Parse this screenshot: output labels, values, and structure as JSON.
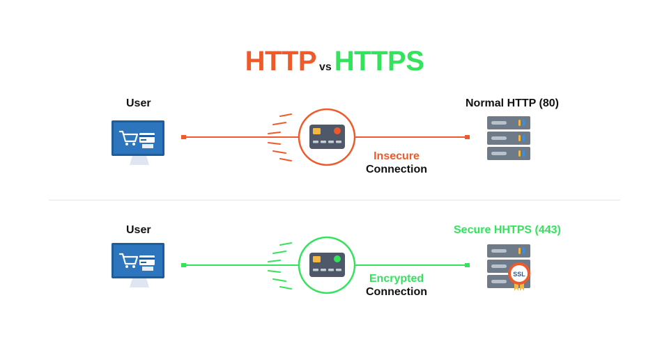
{
  "title": {
    "left": "HTTP",
    "vs": "vs",
    "right": "HTTPS"
  },
  "colors": {
    "http": "#f0592a",
    "https": "#33e35c",
    "monitor": "#1f5d99",
    "server": "#6f7a89",
    "text": "#111111"
  },
  "http_row": {
    "user_label": "User",
    "server_label": "Normal HTTP (80)",
    "status_line1": "Insecure",
    "status_line2": "Connection"
  },
  "https_row": {
    "user_label": "User",
    "server_label": "Secure HHTPS (443)",
    "status_line1": "Encrypted",
    "status_line2": "Connection",
    "badge_text": "SSL"
  },
  "icons": [
    "monitor-cart-icon",
    "credit-card-icon",
    "server-icon",
    "ssl-badge-icon",
    "speed-lines-icon"
  ]
}
